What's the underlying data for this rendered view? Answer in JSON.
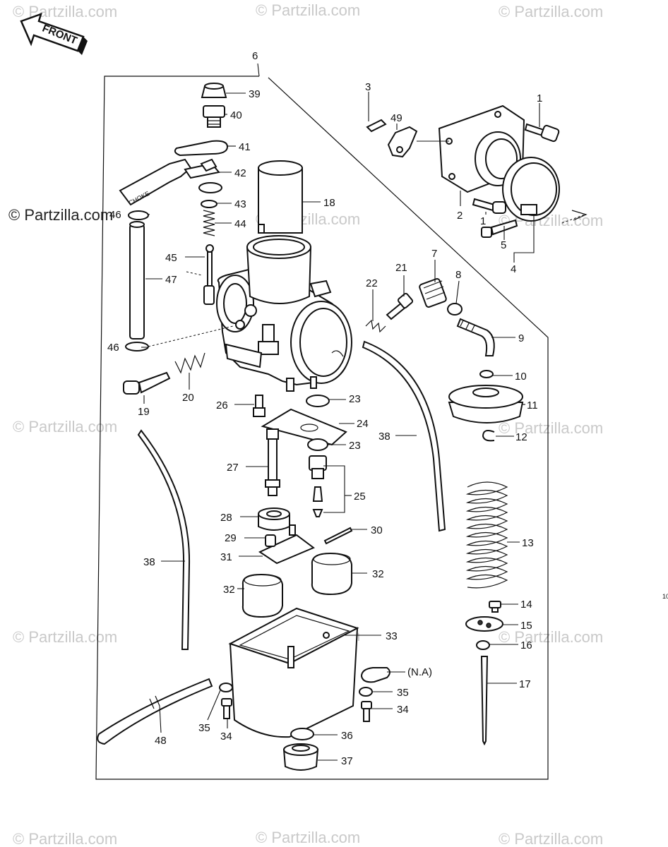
{
  "watermarks": {
    "text": "© Partzilla.com",
    "main_text": "© Partzilla.com"
  },
  "front_arrow": {
    "label": "FRONT"
  },
  "choke_text": "CHOKE",
  "stray_mark": "10",
  "callouts": [
    {
      "id": "c1a",
      "text": "1"
    },
    {
      "id": "c1b",
      "text": "1"
    },
    {
      "id": "c2",
      "text": "2"
    },
    {
      "id": "c3",
      "text": "3"
    },
    {
      "id": "c4",
      "text": "4"
    },
    {
      "id": "c5",
      "text": "5"
    },
    {
      "id": "c6",
      "text": "6"
    },
    {
      "id": "c7",
      "text": "7"
    },
    {
      "id": "c8",
      "text": "8"
    },
    {
      "id": "c9",
      "text": "9"
    },
    {
      "id": "c10",
      "text": "10"
    },
    {
      "id": "c11",
      "text": "11"
    },
    {
      "id": "c12",
      "text": "12"
    },
    {
      "id": "c13",
      "text": "13"
    },
    {
      "id": "c14",
      "text": "14"
    },
    {
      "id": "c15",
      "text": "15"
    },
    {
      "id": "c16",
      "text": "16"
    },
    {
      "id": "c17",
      "text": "17"
    },
    {
      "id": "c18",
      "text": "18"
    },
    {
      "id": "c19",
      "text": "19"
    },
    {
      "id": "c20",
      "text": "20"
    },
    {
      "id": "c21",
      "text": "21"
    },
    {
      "id": "c22",
      "text": "22"
    },
    {
      "id": "c23a",
      "text": "23"
    },
    {
      "id": "c23b",
      "text": "23"
    },
    {
      "id": "c24",
      "text": "24"
    },
    {
      "id": "c25",
      "text": "25"
    },
    {
      "id": "c26",
      "text": "26"
    },
    {
      "id": "c27",
      "text": "27"
    },
    {
      "id": "c28",
      "text": "28"
    },
    {
      "id": "c29",
      "text": "29"
    },
    {
      "id": "c30",
      "text": "30"
    },
    {
      "id": "c31",
      "text": "31"
    },
    {
      "id": "c32a",
      "text": "32"
    },
    {
      "id": "c32b",
      "text": "32"
    },
    {
      "id": "c33",
      "text": "33"
    },
    {
      "id": "cna",
      "text": "(N.A)"
    },
    {
      "id": "c34a",
      "text": "34"
    },
    {
      "id": "c34b",
      "text": "34"
    },
    {
      "id": "c35a",
      "text": "35"
    },
    {
      "id": "c35b",
      "text": "35"
    },
    {
      "id": "c36",
      "text": "36"
    },
    {
      "id": "c37",
      "text": "37"
    },
    {
      "id": "c38a",
      "text": "38"
    },
    {
      "id": "c38b",
      "text": "38"
    },
    {
      "id": "c39",
      "text": "39"
    },
    {
      "id": "c40",
      "text": "40"
    },
    {
      "id": "c41",
      "text": "41"
    },
    {
      "id": "c42",
      "text": "42"
    },
    {
      "id": "c43",
      "text": "43"
    },
    {
      "id": "c44",
      "text": "44"
    },
    {
      "id": "c45",
      "text": "45"
    },
    {
      "id": "c46a",
      "text": "46"
    },
    {
      "id": "c46b",
      "text": "46"
    },
    {
      "id": "c47",
      "text": "47"
    },
    {
      "id": "c48",
      "text": "48"
    },
    {
      "id": "c49",
      "text": "49"
    }
  ]
}
